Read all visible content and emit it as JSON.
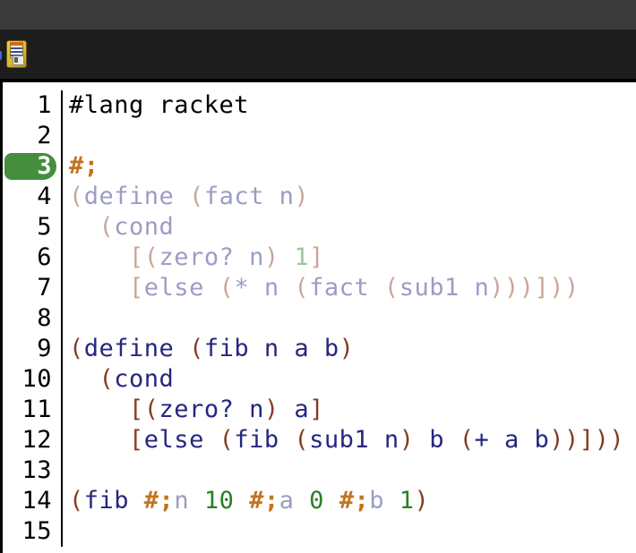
{
  "window": {
    "titlebar_color": "#3a3a3a",
    "toolbar_color": "#1d1d1d"
  },
  "toolbar": {
    "save_icon": "floppy-disk-save-icon"
  },
  "colors": {
    "symbol": "#262680",
    "paren": "#843c24",
    "number": "#298026",
    "comment": "#c2741f",
    "plain": "#000000",
    "current_line_badge": "#458e3e",
    "gutter_text": "#000000"
  },
  "editor": {
    "current_line": 3,
    "line_count": 15,
    "lines": [
      {
        "num": "1",
        "faded": false,
        "tokens": [
          {
            "t": "#lang racket",
            "c": "k"
          }
        ]
      },
      {
        "num": "2",
        "faded": false,
        "tokens": []
      },
      {
        "num": "3",
        "faded": false,
        "tokens": [
          {
            "t": "#;",
            "c": "m"
          }
        ]
      },
      {
        "num": "4",
        "faded": true,
        "tokens": [
          {
            "t": "(",
            "c": "p"
          },
          {
            "t": "define ",
            "c": "s"
          },
          {
            "t": "(",
            "c": "p"
          },
          {
            "t": "fact ",
            "c": "s"
          },
          {
            "t": "n",
            "c": "s"
          },
          {
            "t": ")",
            "c": "p"
          }
        ]
      },
      {
        "num": "5",
        "faded": true,
        "tokens": [
          {
            "t": "  ",
            "c": "k"
          },
          {
            "t": "(",
            "c": "p"
          },
          {
            "t": "cond",
            "c": "s"
          }
        ]
      },
      {
        "num": "6",
        "faded": true,
        "tokens": [
          {
            "t": "    ",
            "c": "k"
          },
          {
            "t": "[(",
            "c": "p"
          },
          {
            "t": "zero? ",
            "c": "s"
          },
          {
            "t": "n",
            "c": "s"
          },
          {
            "t": ") ",
            "c": "p"
          },
          {
            "t": "1",
            "c": "n"
          },
          {
            "t": "]",
            "c": "p"
          }
        ]
      },
      {
        "num": "7",
        "faded": true,
        "tokens": [
          {
            "t": "    ",
            "c": "k"
          },
          {
            "t": "[",
            "c": "p"
          },
          {
            "t": "else ",
            "c": "s"
          },
          {
            "t": "(",
            "c": "p"
          },
          {
            "t": "* ",
            "c": "s"
          },
          {
            "t": "n ",
            "c": "s"
          },
          {
            "t": "(",
            "c": "p"
          },
          {
            "t": "fact ",
            "c": "s"
          },
          {
            "t": "(",
            "c": "p"
          },
          {
            "t": "sub1 ",
            "c": "s"
          },
          {
            "t": "n",
            "c": "s"
          },
          {
            "t": ")))",
            "c": "p"
          },
          {
            "t": "]",
            "c": "p"
          },
          {
            "t": "))",
            "c": "p"
          }
        ]
      },
      {
        "num": "8",
        "faded": false,
        "tokens": []
      },
      {
        "num": "9",
        "faded": false,
        "tokens": [
          {
            "t": "(",
            "c": "p"
          },
          {
            "t": "define ",
            "c": "s"
          },
          {
            "t": "(",
            "c": "p"
          },
          {
            "t": "fib ",
            "c": "s"
          },
          {
            "t": "n ",
            "c": "s"
          },
          {
            "t": "a ",
            "c": "s"
          },
          {
            "t": "b",
            "c": "s"
          },
          {
            "t": ")",
            "c": "p"
          }
        ]
      },
      {
        "num": "10",
        "faded": false,
        "tokens": [
          {
            "t": "  ",
            "c": "k"
          },
          {
            "t": "(",
            "c": "p"
          },
          {
            "t": "cond",
            "c": "s"
          }
        ]
      },
      {
        "num": "11",
        "faded": false,
        "tokens": [
          {
            "t": "    ",
            "c": "k"
          },
          {
            "t": "[(",
            "c": "p"
          },
          {
            "t": "zero? ",
            "c": "s"
          },
          {
            "t": "n",
            "c": "s"
          },
          {
            "t": ") ",
            "c": "p"
          },
          {
            "t": "a",
            "c": "s"
          },
          {
            "t": "]",
            "c": "p"
          }
        ]
      },
      {
        "num": "12",
        "faded": false,
        "tokens": [
          {
            "t": "    ",
            "c": "k"
          },
          {
            "t": "[",
            "c": "p"
          },
          {
            "t": "else ",
            "c": "s"
          },
          {
            "t": "(",
            "c": "p"
          },
          {
            "t": "fib ",
            "c": "s"
          },
          {
            "t": "(",
            "c": "p"
          },
          {
            "t": "sub1 ",
            "c": "s"
          },
          {
            "t": "n",
            "c": "s"
          },
          {
            "t": ") ",
            "c": "p"
          },
          {
            "t": "b ",
            "c": "s"
          },
          {
            "t": "(",
            "c": "p"
          },
          {
            "t": "+ ",
            "c": "s"
          },
          {
            "t": "a ",
            "c": "s"
          },
          {
            "t": "b",
            "c": "s"
          },
          {
            "t": "))",
            "c": "p"
          },
          {
            "t": "]",
            "c": "p"
          },
          {
            "t": "))",
            "c": "p"
          }
        ]
      },
      {
        "num": "13",
        "faded": false,
        "tokens": []
      },
      {
        "num": "14",
        "faded": false,
        "tokens": [
          {
            "t": "(",
            "c": "p"
          },
          {
            "t": "fib ",
            "c": "s"
          },
          {
            "t": "#;",
            "c": "m"
          },
          {
            "t": "n",
            "c": "s",
            "f": 1
          },
          {
            "t": " ",
            "c": "k"
          },
          {
            "t": "10",
            "c": "n"
          },
          {
            "t": " ",
            "c": "k"
          },
          {
            "t": "#;",
            "c": "m"
          },
          {
            "t": "a",
            "c": "s",
            "f": 1
          },
          {
            "t": " ",
            "c": "k"
          },
          {
            "t": "0",
            "c": "n"
          },
          {
            "t": " ",
            "c": "k"
          },
          {
            "t": "#;",
            "c": "m"
          },
          {
            "t": "b",
            "c": "s",
            "f": 1
          },
          {
            "t": " ",
            "c": "k"
          },
          {
            "t": "1",
            "c": "n"
          },
          {
            "t": ")",
            "c": "p"
          }
        ]
      },
      {
        "num": "15",
        "faded": false,
        "tokens": []
      }
    ]
  }
}
